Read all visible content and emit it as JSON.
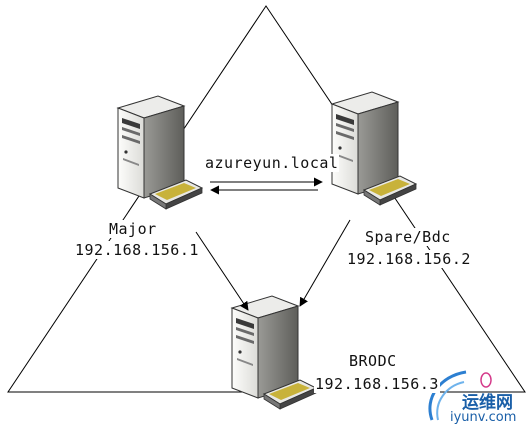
{
  "link": {
    "label": "azureyun.local"
  },
  "servers": [
    {
      "id": "major",
      "name": "Major",
      "ip": "192.168.156.1"
    },
    {
      "id": "spare",
      "name": "Spare/Bdc",
      "ip": "192.168.156.2"
    },
    {
      "id": "brodc",
      "name": "BRODC",
      "ip": "192.168.156.3"
    }
  ],
  "watermark": {
    "site_cn": "运维网",
    "site_url": "iyunv.com"
  },
  "colors": {
    "accent": "#2c7fd1",
    "stroke": "#000000",
    "server_body": "#f0f0ee",
    "keyboard": "#c8b23a"
  }
}
